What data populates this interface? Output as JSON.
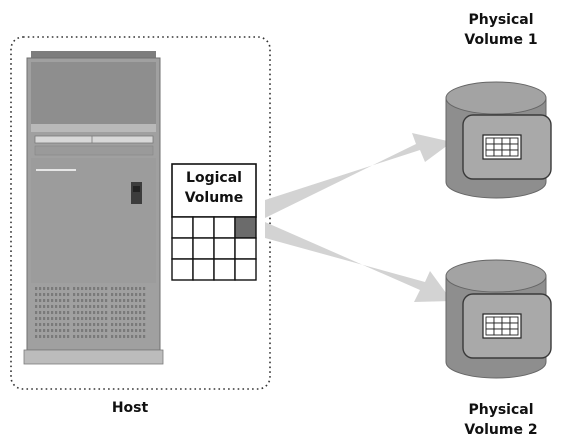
{
  "host": {
    "label": "Host"
  },
  "logical_volume": {
    "line1": "Logical",
    "line2": "Volume"
  },
  "physical_volumes": [
    {
      "line1": "Physical",
      "line2": "Volume 1"
    },
    {
      "line1": "Physical",
      "line2": "Volume 2"
    }
  ],
  "colors": {
    "server_face": "#9a9a9a",
    "server_top": "#8c8c8c",
    "disk_body": "#8e8e8e",
    "disk_panel": "#a7a7a7",
    "highlight_cell": "#6b6b6b",
    "arrow": "#d3d3d3",
    "boundary": "#333333"
  }
}
